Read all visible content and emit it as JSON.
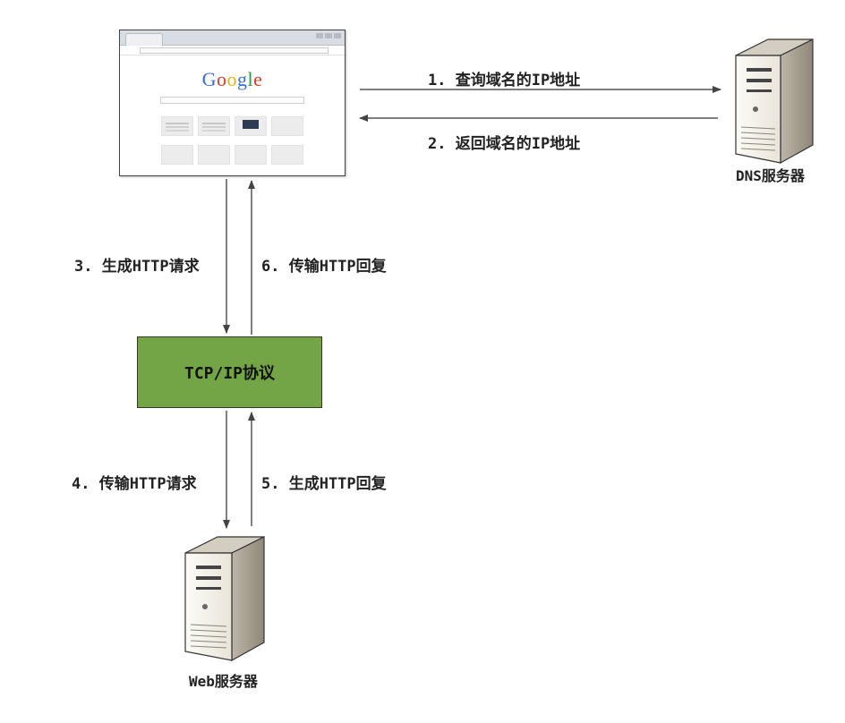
{
  "browser": {
    "logo_text": "Google",
    "logo_colors": [
      "#3b6fd8",
      "#d53b2a",
      "#e8b21b",
      "#3b6fd8",
      "#2a9a44",
      "#d53b2a"
    ]
  },
  "dns_server": {
    "label": "DNS服务器"
  },
  "web_server": {
    "label": "Web服务器"
  },
  "tcp_ip_box": {
    "label": "TCP/IP协议",
    "color": "#73a546"
  },
  "steps": [
    {
      "label": "1. 查询域名的IP地址"
    },
    {
      "label": "2. 返回域名的IP地址"
    },
    {
      "label": "3. 生成HTTP请求"
    },
    {
      "label": "4. 传输HTTP请求"
    },
    {
      "label": "5. 生成HTTP回复"
    },
    {
      "label": "6. 传输HTTP回复"
    }
  ]
}
